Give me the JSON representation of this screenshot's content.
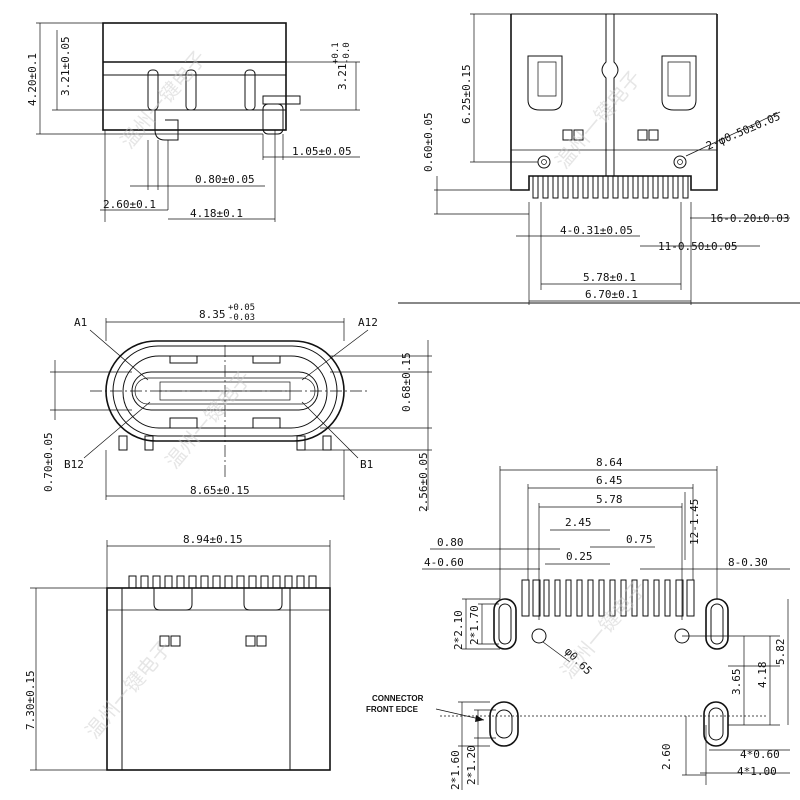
{
  "watermark": "温州一键电子",
  "side_view": {
    "dim_height_total": "4.20±0.1",
    "dim_height_body": "3.21±0.05",
    "dim_height_right_base": "3.21",
    "dim_height_right_tol_top": "+0.1",
    "dim_height_right_tol_bot": "-0.0",
    "dim_tab": "1.05±0.05",
    "dim_leg": "0.80±0.05",
    "dim_left": "2.60±0.1",
    "dim_span": "4.18±0.1"
  },
  "top_view": {
    "dim_height": "6.25±0.15",
    "dim_offset": "0.60±0.05",
    "dim_hole": "2-φ0.50±0.05",
    "dim_pitch_pins": "16-0.20±0.03",
    "dim_small_pins": "4-0.31±0.05",
    "dim_large_pins": "11-0.50±0.05",
    "dim_inner": "5.78±0.1",
    "dim_outer": "6.70±0.1"
  },
  "front_view": {
    "label_a1": "A1",
    "label_a12": "A12",
    "label_b12": "B12",
    "label_b1": "B1",
    "dim_top_base": "8.35",
    "dim_top_tol_top": "+0.05",
    "dim_top_tol_bot": "-0.03",
    "dim_bottom": "8.65±0.15",
    "dim_right_1": "0.68±0.15",
    "dim_right_2": "2.56±0.05",
    "dim_left": "0.70±0.05"
  },
  "bottom_view": {
    "dim_width": "8.94±0.15",
    "dim_height": "7.30±0.15"
  },
  "pcb_layout": {
    "dim_864": "8.64",
    "dim_645": "6.45",
    "dim_578": "5.78",
    "dim_245": "2.45",
    "dim_080": "0.80",
    "dim_025": "0.25",
    "dim_075": "0.75",
    "dim_12_145": "12-1.45",
    "dim_4_060": "4-0.60",
    "dim_8_030": "8-0.30",
    "dim_2_210": "2*2.10",
    "dim_2_170": "2*1.70",
    "dim_phi065": "φ0.65",
    "dim_365": "3.65",
    "dim_418": "4.18",
    "dim_582": "5.82",
    "connector_line1": "CONNECTOR",
    "connector_line2": "FRONT EDCE",
    "dim_2_160": "2*1.60",
    "dim_2_120": "2*1.20",
    "dim_260": "2.60",
    "dim_4x060": "4*0.60",
    "dim_4x100": "4*1.00"
  }
}
